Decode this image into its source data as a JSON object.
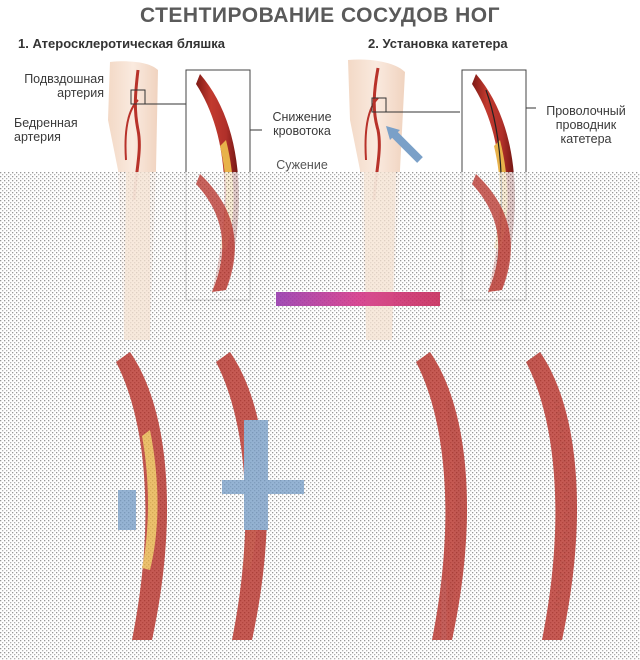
{
  "title": "СТЕНТИРОВАНИЕ СОСУДОВ НОГ",
  "steps": [
    {
      "label": "1. Атеросклеротическая бляшка"
    },
    {
      "label": "2. Установка катетера"
    }
  ],
  "labels": {
    "iliac_artery_1": "Подвздошная",
    "iliac_artery_2": "артерия",
    "femoral_artery_1": "Бедренная",
    "femoral_artery_2": "артерия",
    "blood_flow_1": "Снижение",
    "blood_flow_2": "кровотока",
    "narrowing_1": "Сужение",
    "wire_1": "Проволочный",
    "wire_2": "проводник",
    "wire_3": "катетера"
  },
  "colors": {
    "skin": "#f6e4d4",
    "artery": "#b8322a",
    "artery_dark": "#7e1a15",
    "plaque": "#e8b24a",
    "catheter": "#7aa0c8",
    "accent_bar": "#c83c8c"
  }
}
